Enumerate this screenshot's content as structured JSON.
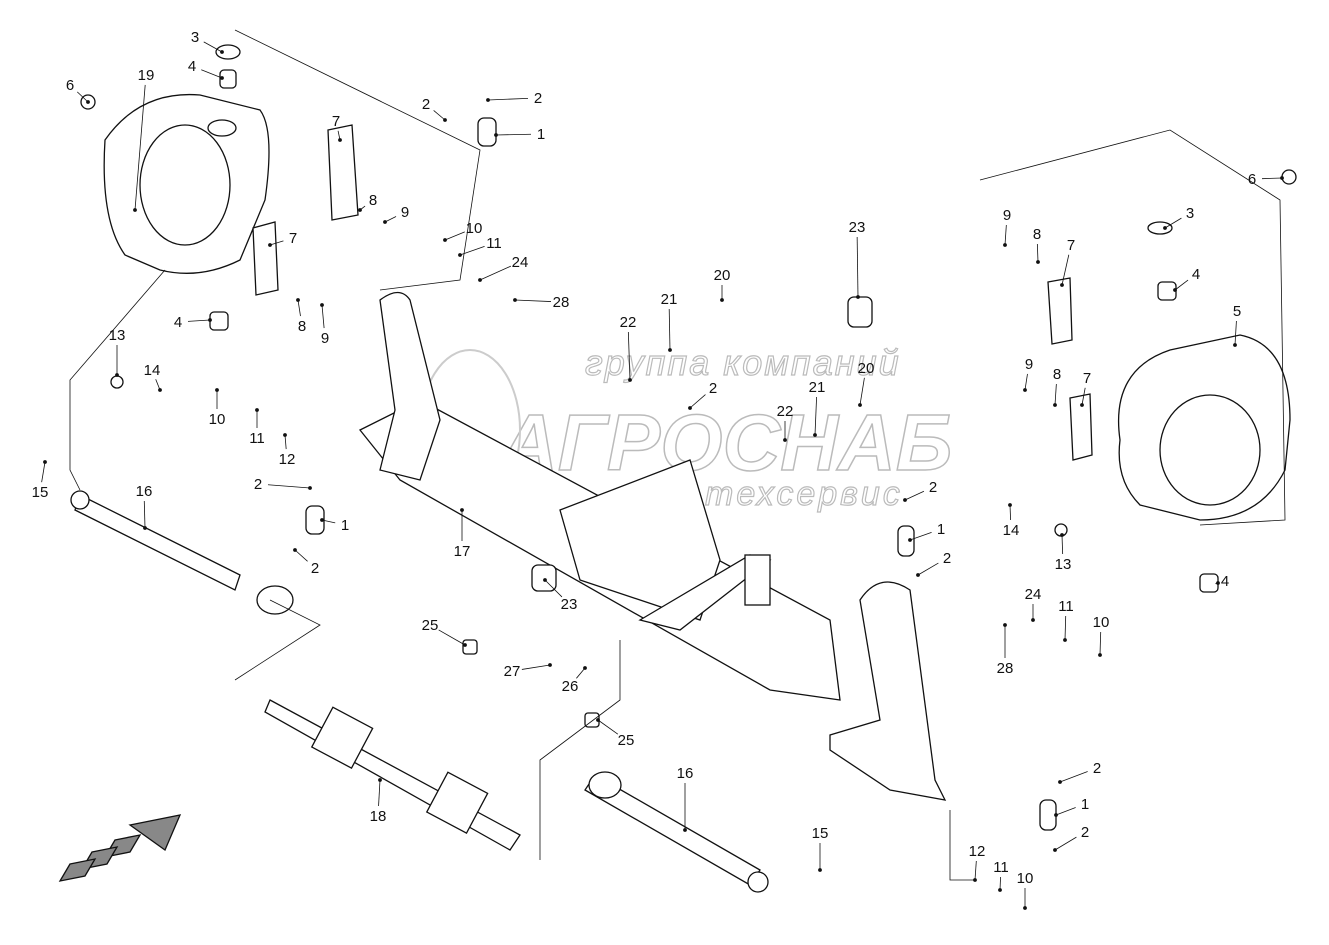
{
  "diagram": {
    "part_labels": [
      "3",
      "4",
      "6",
      "19",
      "2",
      "2",
      "1",
      "7",
      "8",
      "9",
      "7",
      "4",
      "8",
      "9",
      "10",
      "11",
      "24",
      "28",
      "20",
      "21",
      "22",
      "23",
      "13",
      "14",
      "10",
      "11",
      "12",
      "2",
      "1",
      "2",
      "15",
      "16",
      "17",
      "2",
      "20",
      "21",
      "22",
      "23",
      "25",
      "27",
      "26",
      "25",
      "18",
      "16",
      "15",
      "2",
      "1",
      "2",
      "14",
      "13",
      "4",
      "24",
      "11",
      "10",
      "28",
      "2",
      "1",
      "2",
      "12",
      "11",
      "10",
      "6",
      "3",
      "4",
      "5",
      "9",
      "8",
      "7",
      "9",
      "8",
      "7"
    ],
    "watermark": {
      "line1": "группа компаний",
      "line2": "АГРОСНАБ",
      "line3": "техсервис"
    },
    "line_color": "#111111"
  }
}
